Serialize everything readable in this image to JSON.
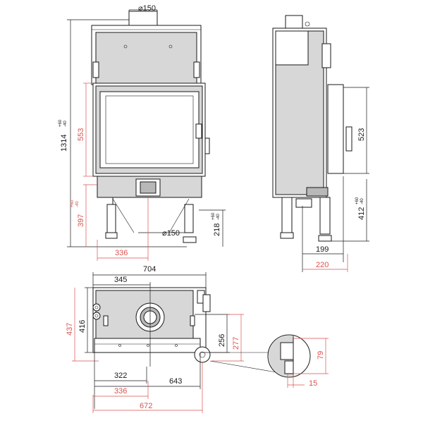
{
  "colors": {
    "black_dim": "#1a1a1a",
    "red_dim": "#d9534f",
    "panel_grey": "#d7d7d7"
  },
  "front_view": {
    "flue_top": "⌀150",
    "flue_bottom": "⌀150",
    "height_total": "1314",
    "height_total_tol_top": "+60",
    "height_total_tol_bottom": "-40",
    "door_height": "553",
    "leg_height": "397",
    "leg_height_tol_top": "+60",
    "leg_height_tol_bottom": "-40",
    "flue_bottom_height": "218",
    "flue_bottom_height_tol_top": "+60",
    "flue_bottom_height_tol_bottom": "-40",
    "flue_offset": "336"
  },
  "side_view": {
    "glass_height": "523",
    "base_height": "412",
    "base_height_tol_top": "+60",
    "base_height_tol_bottom": "-40",
    "depth_inner": "199",
    "depth_outer": "220"
  },
  "top_view": {
    "width_overall": "704",
    "flue_x": "345",
    "depth_inner": "416",
    "depth_outer": "437",
    "side_depth_inner": "256",
    "side_depth_outer": "277",
    "bottom_inner_offset": "322",
    "bottom_width": "643",
    "bottom_outer_offset": "336",
    "bottom_width_outer": "672"
  },
  "detail_view": {
    "height": "79",
    "width": "15"
  }
}
